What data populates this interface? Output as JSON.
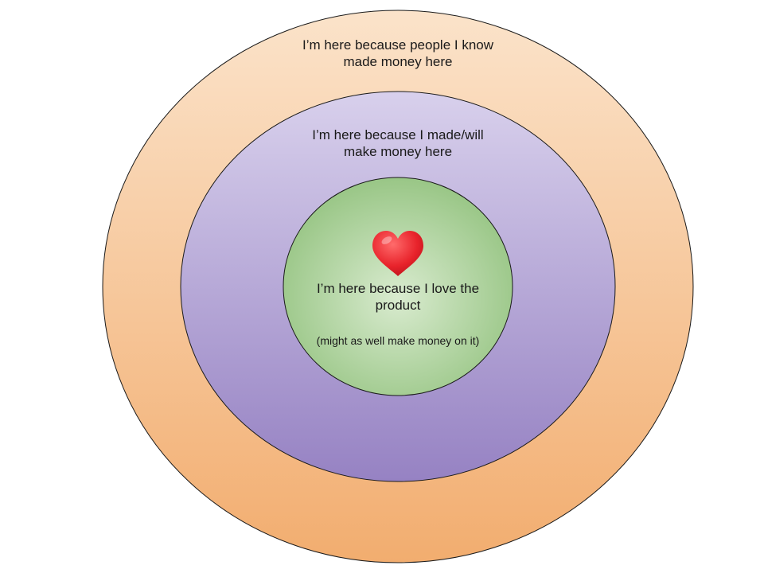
{
  "rings": [
    {
      "id": "outer",
      "lines": [
        "I’m here because people I know",
        "made money here"
      ],
      "fill_top": "#fbe3ca",
      "fill_bottom": "#f2ad6f"
    },
    {
      "id": "middle",
      "lines": [
        "I’m here because I made/will",
        "make money here"
      ],
      "fill_top": "#d8d0ec",
      "fill_bottom": "#9682c3"
    },
    {
      "id": "inner",
      "lines": [
        "I’m here because I love the",
        "product"
      ],
      "subtext": "(might as well make money on it)",
      "icon": "heart-icon",
      "fill_center": "#d9ebcf",
      "fill_edge": "#99c686"
    }
  ],
  "colors": {
    "stroke": "#1a1a1a",
    "heart": "#e8232b"
  }
}
